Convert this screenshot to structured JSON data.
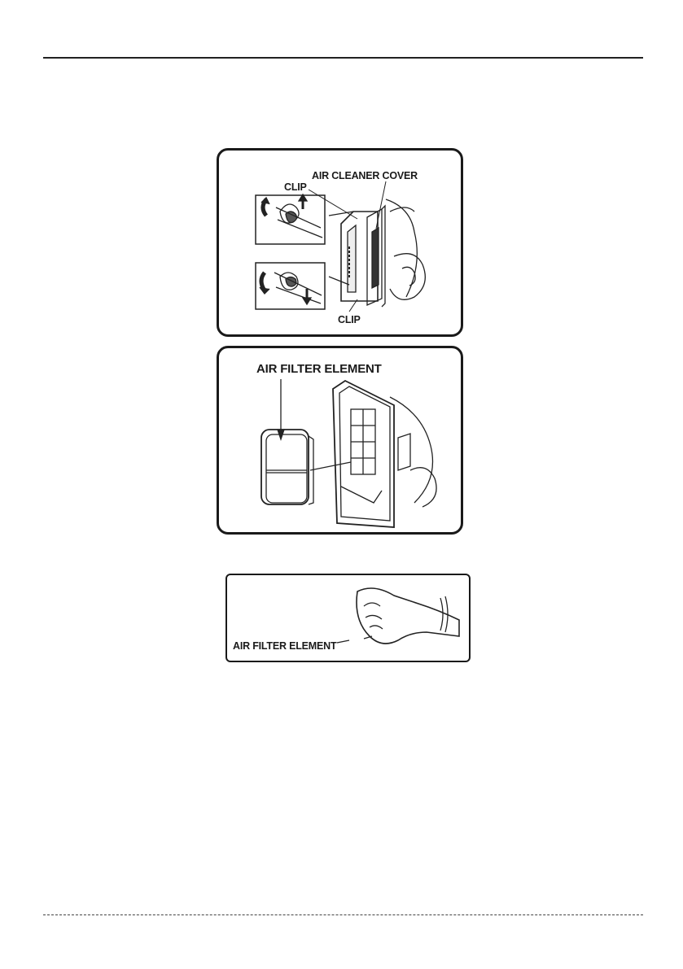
{
  "figure1": {
    "label_cover": "AIR CLEANER COVER",
    "label_clip_top": "CLIP",
    "label_clip_bottom": "CLIP"
  },
  "figure2": {
    "label_element": "AIR FILTER ELEMENT"
  },
  "figure3": {
    "label_element": "AIR FILTER ELEMENT"
  }
}
